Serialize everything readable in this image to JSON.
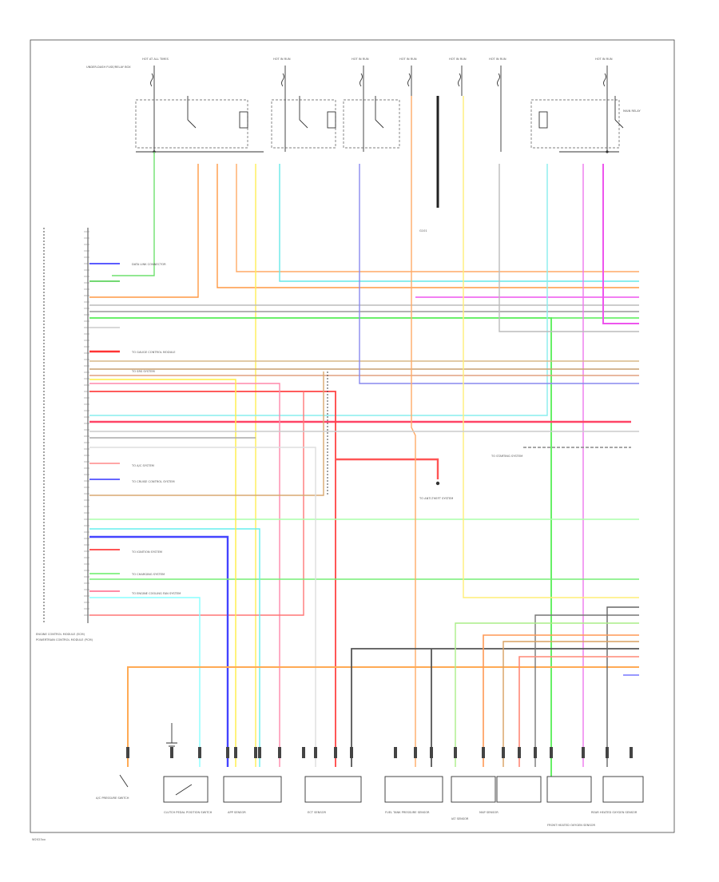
{
  "diagram": {
    "footer_code": "W2023xx",
    "fuse_labels": [
      "HOT AT ALL TIMES",
      "HOT IN RUN",
      "HOT IN RUN",
      "HOT IN RUN",
      "HOT IN RUN",
      "HOT IN RUN",
      "HOT IN RUN"
    ],
    "junction_label": "UNDER-DASH FUSE/RELAY BOX",
    "ecm_label": "ENGINE CONTROL MODULE (ECM)",
    "pcm_label": "POWERTRAIN CONTROL MODULE (PCM)",
    "ground_label": "G101",
    "notes": [
      "DATA LINK CONNECTOR",
      "TO GAUGE CONTROL MODULE",
      "TO SRS SYSTEM",
      "TO A/C SYSTEM",
      "TO CRUISE CONTROL SYSTEM",
      "TO IGNITION SYSTEM",
      "TO CHARGING SYSTEM",
      "TO ENGINE COOLING FAN SYSTEM",
      "TO ANTI-THEFT SYSTEM",
      "TO STARTING SYSTEM"
    ],
    "bottom_components": [
      "A/C PRESSURE SWITCH",
      "CLUTCH PEDAL POSITION SWITCH",
      "APP SENSOR",
      "ECT SENSOR",
      "FUEL TANK PRESSURE SENSOR",
      "IAT SENSOR",
      "MAP SENSOR",
      "FRONT HEATED OXYGEN SENSOR",
      "REAR HEATED OXYGEN SENSOR"
    ],
    "right_label": "MAIN RELAY"
  }
}
